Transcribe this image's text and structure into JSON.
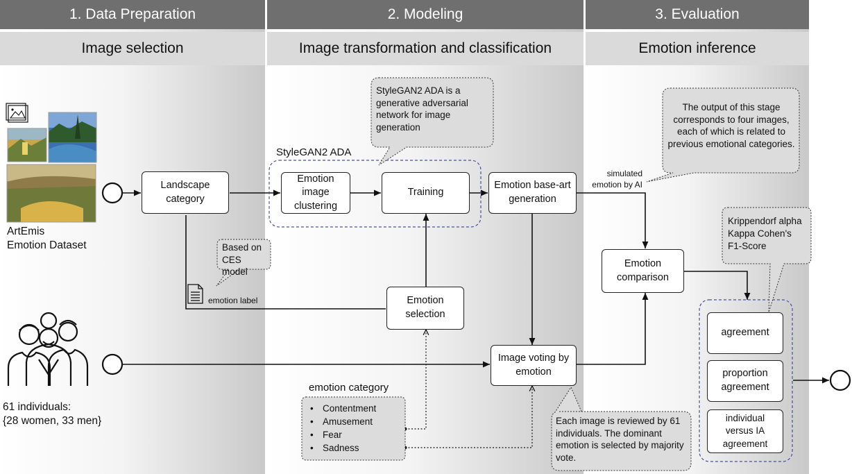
{
  "columns": [
    {
      "title": "1. Data Preparation",
      "subtitle": "Image selection"
    },
    {
      "title": "2. Modeling",
      "subtitle": "Image transformation and classification"
    },
    {
      "title": "3. Evaluation",
      "subtitle": "Emotion inference"
    }
  ],
  "dataset": {
    "line1": "ArtEmis",
    "line2": "Emotion Dataset"
  },
  "participants": {
    "line1": "61 individuals:",
    "line2": "{28 women, 33 men}"
  },
  "nodes": {
    "landscape_category": "Landscape category",
    "emotion_clustering": "Emotion image clustering",
    "training": "Training",
    "base_art_generation": "Emotion base-art generation",
    "emotion_selection": "Emotion selection",
    "image_voting": "Image voting by emotion",
    "emotion_comparison": "Emotion comparison",
    "agreement": "agreement",
    "proportion_agreement": "proportion agreement",
    "individual_vs_ia": "individual versus IA agreement"
  },
  "group_label": "StyleGAN2 ADA",
  "edge_labels": {
    "emotion_label": "emotion label",
    "simulated_1": "simulated",
    "simulated_2": "emotion by AI"
  },
  "callouts": {
    "stylegan": "StyleGAN2 ADA is a generative adversarial network for image generation",
    "ces": "Based on CES model",
    "output": "The output of this stage corresponds to four images, each of which is related to previous emotional categories.",
    "metrics_1": "Krippendorf alpha",
    "metrics_2": "Kappa Cohen's",
    "metrics_3": "F1-Score",
    "voting": "Each image is reviewed by 61 individuals. The dominant emotion is selected by majority vote."
  },
  "emotion_category": {
    "title": "emotion category",
    "items": [
      "Contentment",
      "Amusement",
      "Fear",
      "Sadness"
    ]
  },
  "colors": {
    "header": "#6f6f6f",
    "subheader": "#dadada",
    "group_border": "#4a4f9a"
  }
}
